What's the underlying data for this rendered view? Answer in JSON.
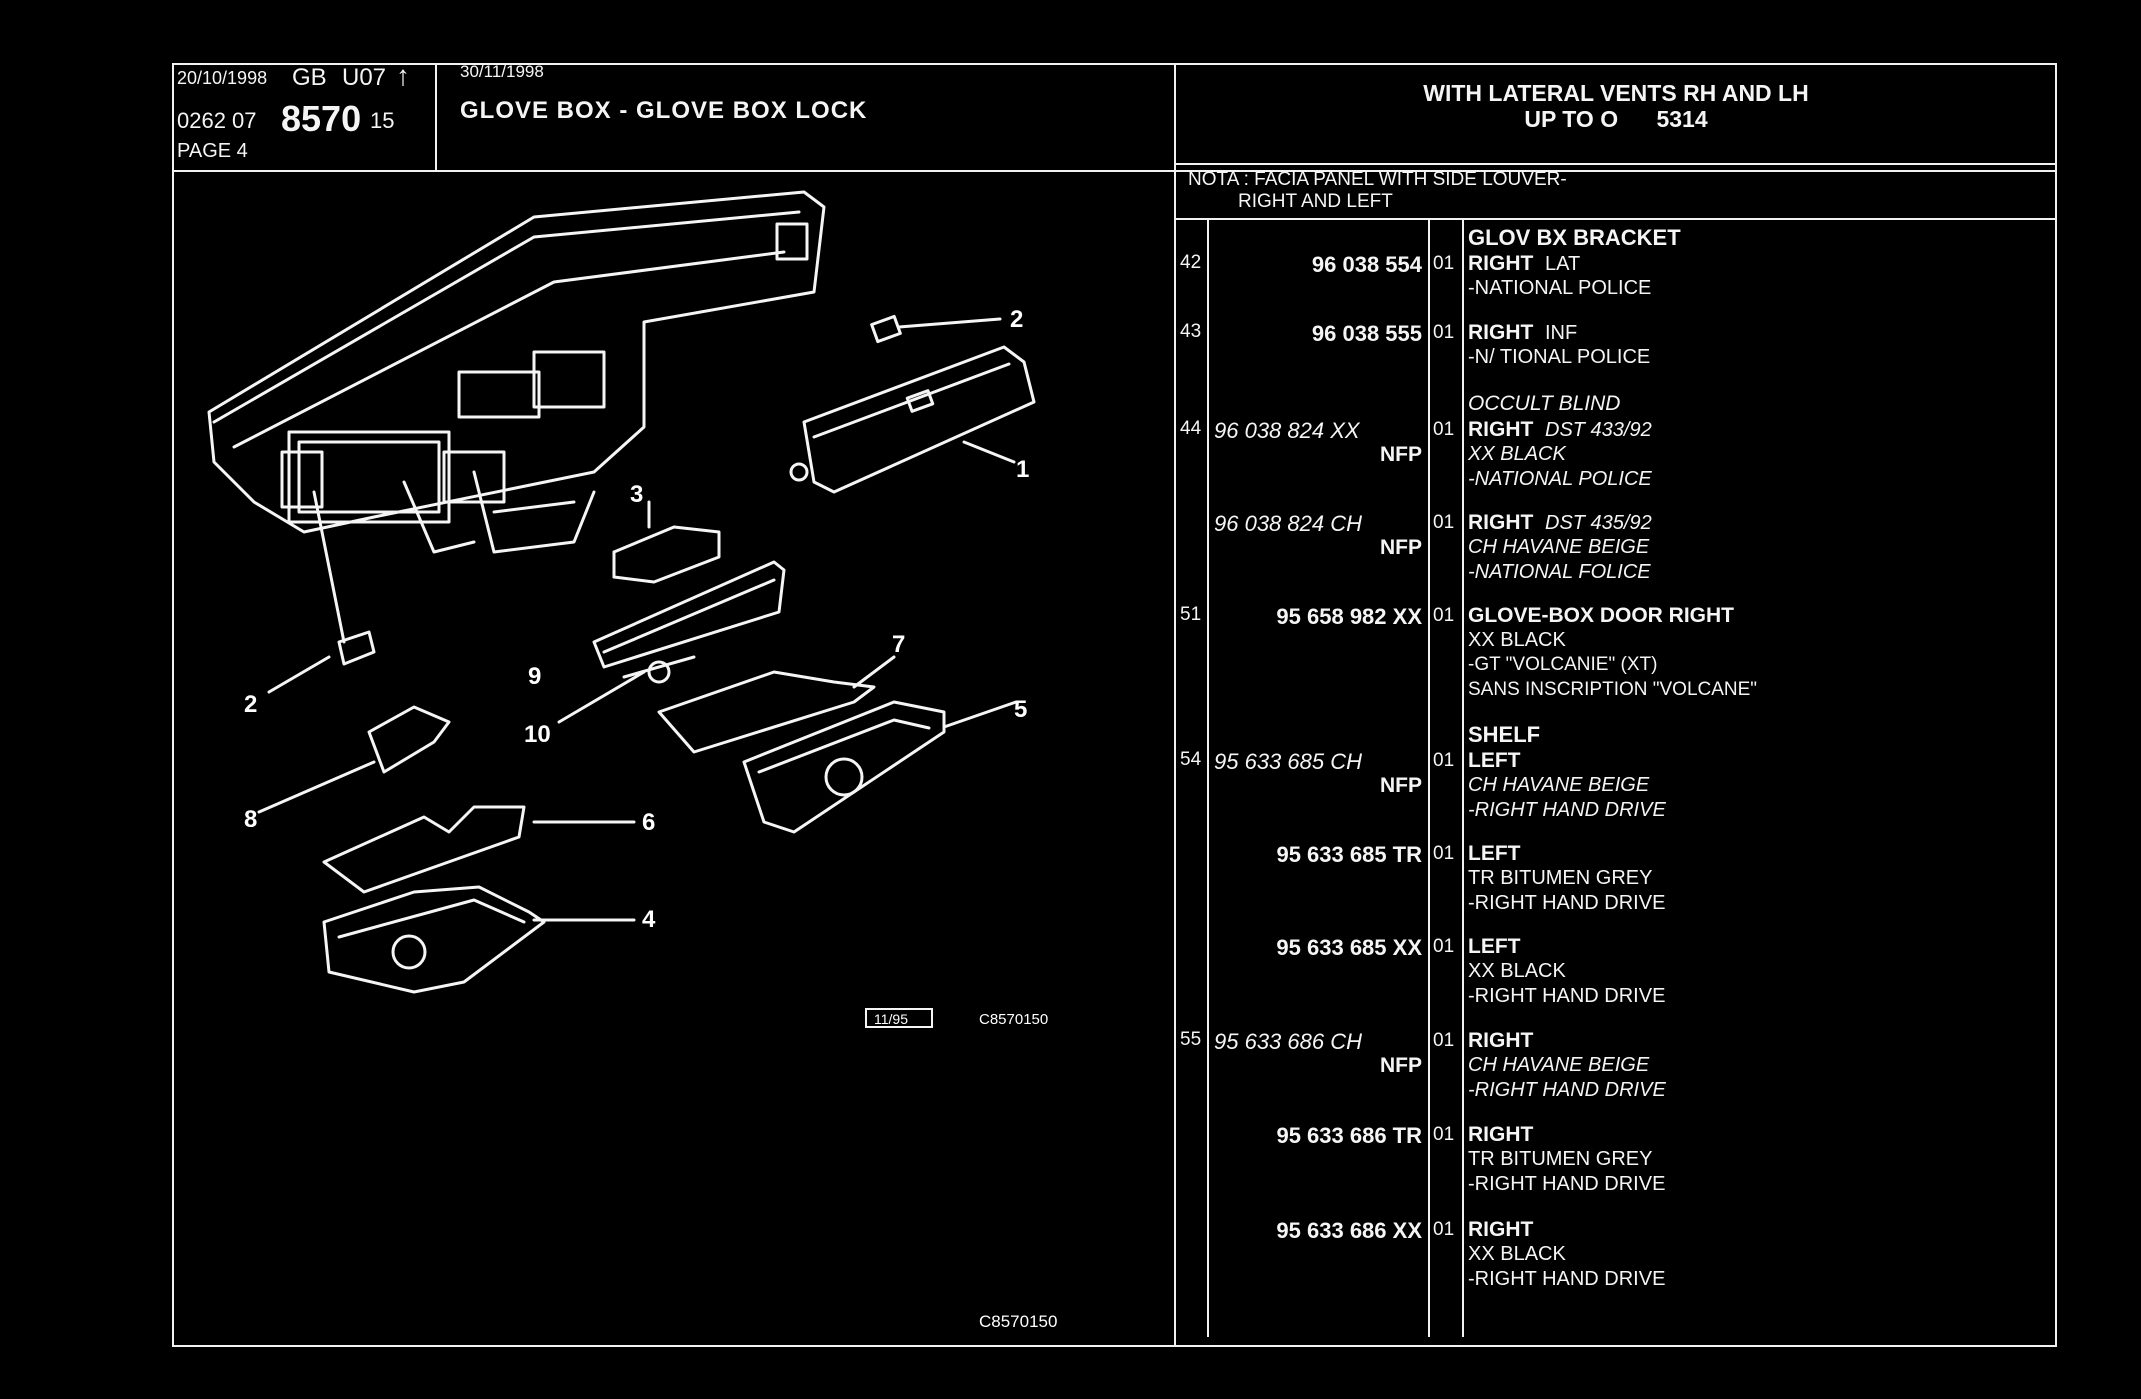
{
  "header": {
    "date_left": "20/10/1998",
    "region": "GB",
    "code": "U07",
    "arrow": "↑",
    "ref_prefix": "0262 07",
    "ref_main": "8570",
    "ref_suffix": "15",
    "page": "PAGE 4",
    "date_mid": "30/11/1998",
    "title": "GLOVE BOX - GLOVE BOX LOCK",
    "right_line1": "WITH LATERAL VENTS RH AND LH",
    "right_line2": "UP TO O      5314"
  },
  "nota": {
    "line1": "NOTA : FACIA PANEL WITH SIDE LOUVER-",
    "line2": "RIGHT AND LEFT"
  },
  "diagram": {
    "callouts": [
      "1",
      "2",
      "2",
      "3",
      "4",
      "5",
      "6",
      "7",
      "8",
      "9",
      "10"
    ],
    "stamp_date": "11/95",
    "stamp_code": "C8570150",
    "footer_code": "C8570150"
  },
  "parts": {
    "r01": {
      "item": "",
      "part": "",
      "qty": "",
      "desc": "GLOV BX BRACKET"
    },
    "r02": {
      "item": "42",
      "part": "96 038 554",
      "qty": "01",
      "desc_b": "RIGHT",
      "desc": "LAT"
    },
    "r03": {
      "desc": "-NATIONAL POLICE"
    },
    "r04": {
      "item": "43",
      "part": "96 038 555",
      "qty": "01",
      "desc_b": "RIGHT",
      "desc": "INF"
    },
    "r05": {
      "desc": "-N/ TIONAL POLICE"
    },
    "r06": {
      "desc": "OCCULT BLIND"
    },
    "r07": {
      "item": "44",
      "part": "96 038 824 XX",
      "qty": "01",
      "desc_b": "RIGHT",
      "desc": "DST 433/92"
    },
    "r08": {
      "note": "NFP",
      "desc": "XX BLACK"
    },
    "r09": {
      "desc": "-NATIONAL POLICE"
    },
    "r10": {
      "part": "96 038 824 CH",
      "qty": "01",
      "desc_b": "RIGHT",
      "desc": "DST 435/92"
    },
    "r11": {
      "note": "NFP",
      "desc": "CH HAVANE BEIGE"
    },
    "r12": {
      "desc": "-NATIONAL FOLICE"
    },
    "r13": {
      "item": "51",
      "part": "95 658 982 XX",
      "qty": "01",
      "desc": "GLOVE-BOX DOOR RIGHT"
    },
    "r14": {
      "desc": "XX BLACK"
    },
    "r15": {
      "desc": "-GT \"VOLCANIE\" (XT)"
    },
    "r16": {
      "desc": "SANS INSCRIPTION \"VOLCANE\""
    },
    "r17": {
      "desc": "SHELF"
    },
    "r18": {
      "item": "54",
      "part": "95 633 685 CH",
      "qty": "01",
      "desc": "LEFT"
    },
    "r19": {
      "note": "NFP",
      "desc": "CH HAVANE BEIGE"
    },
    "r20": {
      "desc": "-RIGHT HAND DRIVE"
    },
    "r21": {
      "part": "95 633 685 TR",
      "qty": "01",
      "desc": "LEFT"
    },
    "r22": {
      "desc": "TR BITUMEN GREY"
    },
    "r23": {
      "desc": "-RIGHT HAND DRIVE"
    },
    "r24": {
      "part": "95 633 685 XX",
      "qty": "01",
      "desc": "LEFT"
    },
    "r25": {
      "desc": "XX BLACK"
    },
    "r26": {
      "desc": "-RIGHT HAND DRIVE"
    },
    "r27": {
      "item": "55",
      "part": "95 633 686 CH",
      "qty": "01",
      "desc": "RIGHT"
    },
    "r28": {
      "note": "NFP",
      "desc": "CH HAVANE BEIGE"
    },
    "r29": {
      "desc": "-RIGHT HAND DRIVE"
    },
    "r30": {
      "part": "95 633 686 TR",
      "qty": "01",
      "desc": "RIGHT"
    },
    "r31": {
      "desc": "TR BITUMEN GREY"
    },
    "r32": {
      "desc": "-RIGHT HAND DRIVE"
    },
    "r33": {
      "part": "95 633 686 XX",
      "qty": "01",
      "desc": "RIGHT"
    },
    "r34": {
      "desc": "XX BLACK"
    },
    "r35": {
      "desc": "-RIGHT HAND DRIVE"
    }
  }
}
